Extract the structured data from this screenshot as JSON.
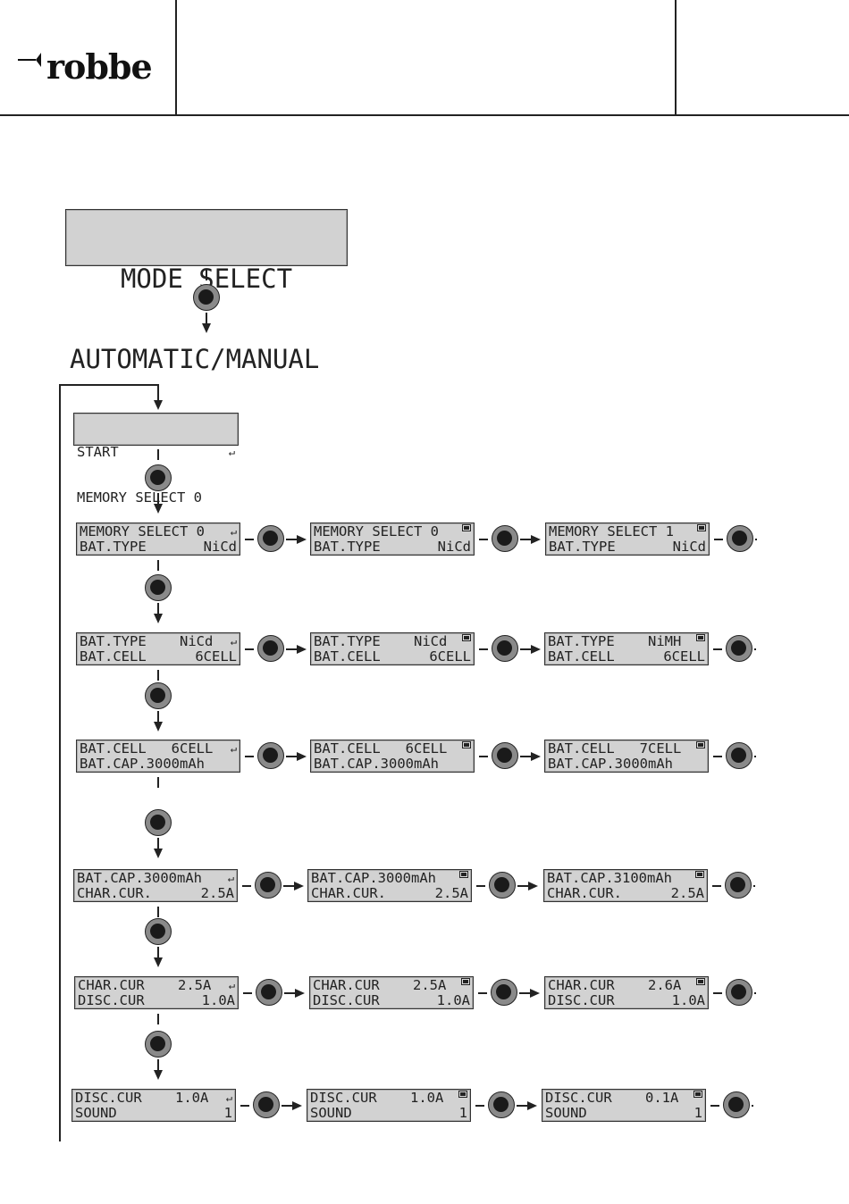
{
  "header": {
    "logo_text": "robbe"
  },
  "mode_select": {
    "line1": "MODE SELECT",
    "line2": "AUTOMATIC/MANUAL"
  },
  "start_box": {
    "line1": "START",
    "line1_symbol": "enter",
    "line2": "MEMORY SELECT 0"
  },
  "rows": [
    {
      "boxes": [
        {
          "l1": "MEMORY SELECT 0",
          "sym": "enter",
          "l2": [
            "BAT.TYPE",
            "NiCd"
          ]
        },
        {
          "l1": "MEMORY SELECT 0",
          "sym": "square",
          "l2": [
            "BAT.TYPE",
            "NiCd"
          ]
        },
        {
          "l1": "MEMORY SELECT 1",
          "sym": "square",
          "l2": [
            "BAT.TYPE",
            "NiCd"
          ]
        }
      ]
    },
    {
      "boxes": [
        {
          "l1": "BAT.TYPE    NiCd",
          "sym": "enter",
          "l2": [
            "BAT.CELL",
            "6CELL"
          ]
        },
        {
          "l1": "BAT.TYPE    NiCd",
          "sym": "square",
          "l2": [
            "BAT.CELL",
            "6CELL"
          ]
        },
        {
          "l1": "BAT.TYPE    NiMH",
          "sym": "square",
          "l2": [
            "BAT.CELL",
            "6CELL"
          ]
        }
      ]
    },
    {
      "boxes": [
        {
          "l1": "BAT.CELL   6CELL",
          "sym": "enter",
          "l2": [
            "BAT.CAP.3000mAh",
            ""
          ]
        },
        {
          "l1": "BAT.CELL   6CELL",
          "sym": "square",
          "l2": [
            "BAT.CAP.3000mAh",
            ""
          ]
        },
        {
          "l1": "BAT.CELL   7CELL",
          "sym": "square",
          "l2": [
            "BAT.CAP.3000mAh",
            ""
          ]
        }
      ]
    },
    {
      "boxes": [
        {
          "l1": "BAT.CAP.3000mAh",
          "sym": "enter",
          "l2": [
            "CHAR.CUR.",
            "2.5A"
          ]
        },
        {
          "l1": "BAT.CAP.3000mAh",
          "sym": "square",
          "l2": [
            "CHAR.CUR.",
            "2.5A"
          ]
        },
        {
          "l1": "BAT.CAP.3100mAh",
          "sym": "square",
          "l2": [
            "CHAR.CUR.",
            "2.5A"
          ]
        }
      ]
    },
    {
      "boxes": [
        {
          "l1": "CHAR.CUR    2.5A",
          "sym": "enter",
          "l2": [
            "DISC.CUR",
            "1.0A"
          ]
        },
        {
          "l1": "CHAR.CUR    2.5A",
          "sym": "square",
          "l2": [
            "DISC.CUR",
            "1.0A"
          ]
        },
        {
          "l1": "CHAR.CUR    2.6A",
          "sym": "square",
          "l2": [
            "DISC.CUR",
            "1.0A"
          ]
        }
      ]
    },
    {
      "boxes": [
        {
          "l1": "DISC.CUR    1.0A",
          "sym": "enter",
          "l2": [
            "SOUND",
            "1"
          ]
        },
        {
          "l1": "DISC.CUR    1.0A",
          "sym": "square",
          "l2": [
            "SOUND",
            "1"
          ]
        },
        {
          "l1": "DISC.CUR    0.1A",
          "sym": "square",
          "l2": [
            "SOUND",
            "1"
          ]
        }
      ]
    }
  ]
}
